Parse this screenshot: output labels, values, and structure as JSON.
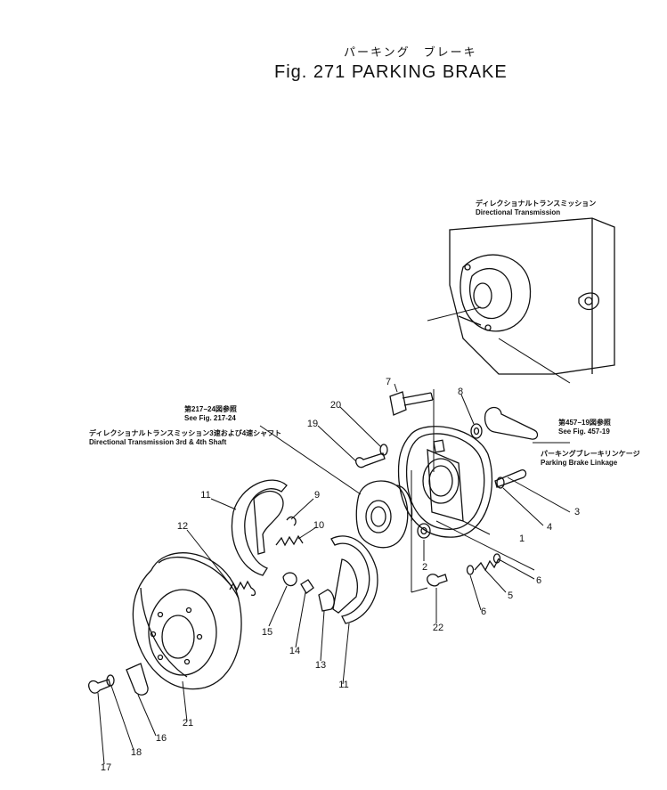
{
  "title": {
    "japanese": "パーキング　ブレーキ",
    "main": "Fig. 271 PARKING BRAKE"
  },
  "notes": {
    "transmission_jp": "ディレクショナルトランスミッション",
    "transmission_en": "Directional Transmission",
    "see217_jp": "第217−24図参照",
    "see217_en": "See Fig. 217-24",
    "shaft_jp": "ディレクショナルトランスミッション3速および4速シャフト",
    "shaft_en": "Directional Transmission 3rd & 4th Shaft",
    "see457_jp": "第457−19図参照",
    "see457_en": "See Fig. 457-19",
    "linkage_jp": "パーキングブレーキリンケージ",
    "linkage_en": "Parking Brake Linkage"
  },
  "callouts": {
    "c1": "1",
    "c2": "2",
    "c3": "3",
    "c4": "4",
    "c5": "5",
    "c6a": "6",
    "c6b": "6",
    "c7": "7",
    "c8": "8",
    "c9": "9",
    "c10": "10",
    "c11a": "11",
    "c11b": "11",
    "c12": "12",
    "c13": "13",
    "c14": "14",
    "c15": "15",
    "c16": "16",
    "c17": "17",
    "c18": "18",
    "c19": "19",
    "c20": "20",
    "c21": "21",
    "c22": "22"
  }
}
